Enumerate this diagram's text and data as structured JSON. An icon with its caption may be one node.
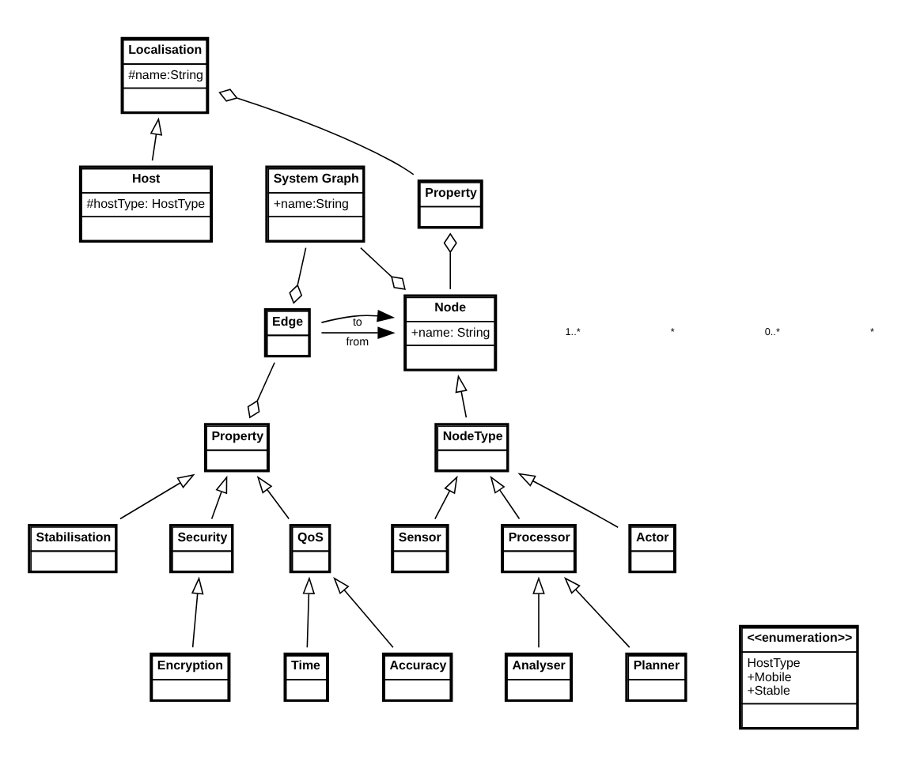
{
  "diagram": {
    "nodes": [
      {
        "text": [
          "Localisation",
          "#name:String"
        ]
      },
      {
        "text": [
          "Host",
          "#hostType: HostType"
        ]
      },
      {
        "text": [
          "<<enumeration>>",
          "HostType",
          "+Mobile",
          "+Stable"
        ]
      },
      {
        "text": [
          "Property"
        ]
      },
      {
        "text": [
          "System Graph",
          "+name:String"
        ]
      },
      {
        "text": [
          "Node",
          "+name: String"
        ]
      },
      {
        "text": [
          "Edge"
        ]
      },
      {
        "text": [
          "NodeType"
        ]
      },
      {
        "text": [
          "Property"
        ]
      },
      {
        "text": [
          "Sensor"
        ]
      },
      {
        "text": [
          "Processor"
        ]
      },
      {
        "text": [
          "Actor"
        ]
      },
      {
        "text": [
          "Stabilisation"
        ]
      },
      {
        "text": [
          "Security"
        ]
      },
      {
        "text": [
          "QoS"
        ]
      },
      {
        "text": [
          "Analyser"
        ]
      },
      {
        "text": [
          "Planner"
        ]
      },
      {
        "text": [
          "Encryption"
        ]
      },
      {
        "text": [
          "Time"
        ]
      },
      {
        "text": [
          "Accuracy"
        ]
      }
    ],
    "edges": [
      {
        "from": 1,
        "to": 0,
        "arrow": "to"
      },
      {
        "from": 3,
        "to": 0,
        "arrow": "other"
      },
      {
        "from": 5,
        "to": 3,
        "arrow": "other"
      },
      {
        "from": 4,
        "to": 5,
        "arrow": "other"
      },
      {
        "from": 4,
        "to": 6,
        "arrow": "other"
      },
      {
        "from": 6,
        "to": 5,
        "arrow": "to",
        "label": "from"
      },
      {
        "from": 6,
        "to": 5,
        "arrow": "to",
        "label": "to"
      },
      {
        "from": 6,
        "to": 8,
        "arrow": "other"
      },
      {
        "from": 7,
        "to": 5,
        "arrow": "to"
      },
      {
        "from": 9,
        "to": 7,
        "arrow": "to"
      },
      {
        "from": 10,
        "to": 7,
        "arrow": "to"
      },
      {
        "from": 11,
        "to": 7,
        "arrow": "to"
      },
      {
        "from": 15,
        "to": 10,
        "arrow": "to"
      },
      {
        "from": 16,
        "to": 10,
        "arrow": "to"
      },
      {
        "from": 12,
        "to": 8,
        "arrow": "to"
      },
      {
        "from": 13,
        "to": 8,
        "arrow": "to"
      },
      {
        "from": 14,
        "to": 8,
        "arrow": "to"
      },
      {
        "from": 17,
        "to": 13,
        "arrow": "to"
      },
      {
        "from": 18,
        "to": 14,
        "arrow": "to"
      },
      {
        "from": 19,
        "to": 14,
        "arrow": "to"
      }
    ],
    "labels": [
      "1..*",
      "*",
      "0..*",
      "*"
    ]
  }
}
